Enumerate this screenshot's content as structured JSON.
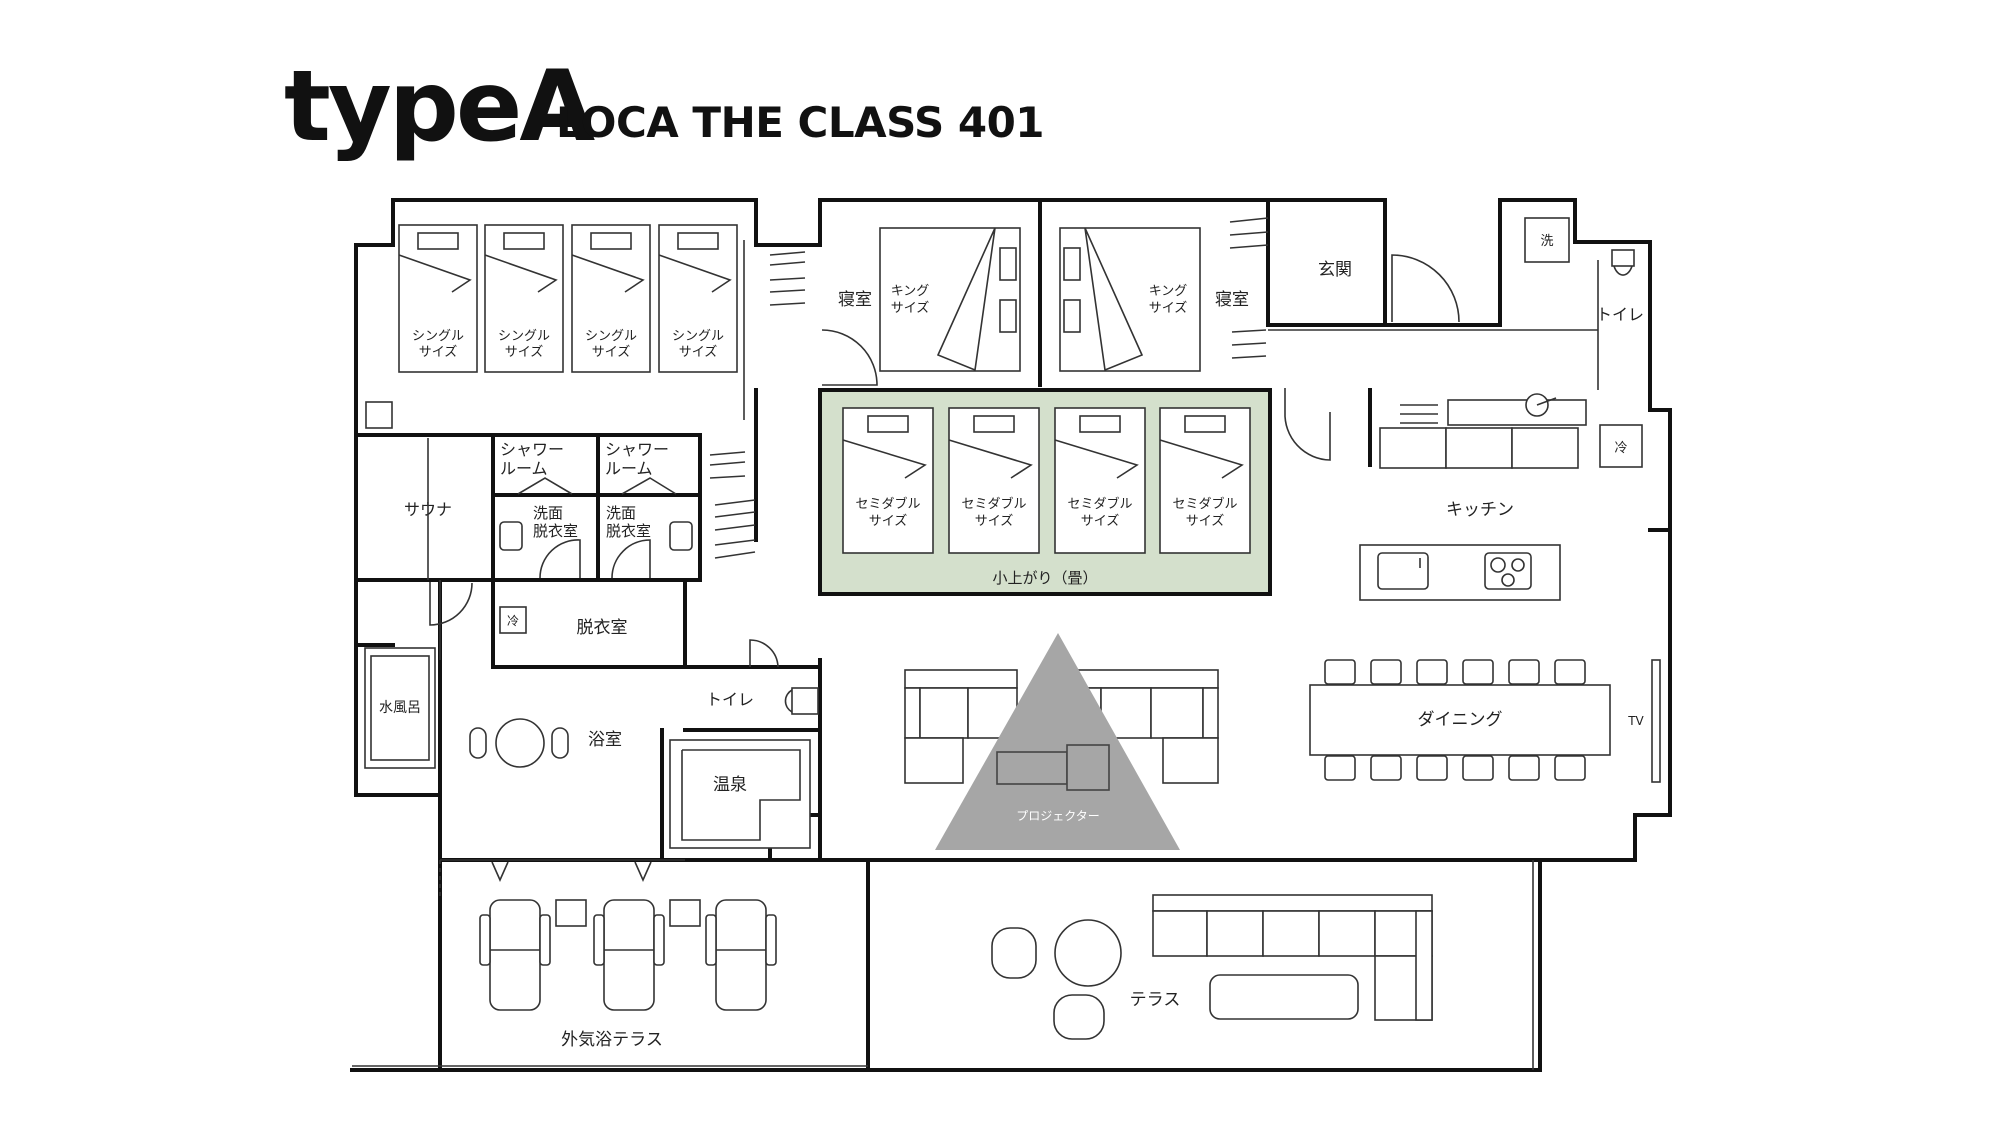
{
  "title": {
    "type_label": "typeA",
    "subtitle": "LOCA THE CLASS 401"
  },
  "colors": {
    "tatami_fill": "#d4e0cc",
    "projector_fill": "#a6a6a6",
    "wall": "#111111"
  },
  "rooms": {
    "sauna": "サウナ",
    "shower1": [
      "シャワー",
      "ルーム"
    ],
    "shower2": [
      "シャワー",
      "ルーム"
    ],
    "washroom1": [
      "洗面",
      "脱衣室"
    ],
    "washroom2": [
      "洗面",
      "脱衣室"
    ],
    "cold_label": "冷",
    "changing_room": "脱衣室",
    "cold_bath": "水風呂",
    "bathroom": "浴室",
    "toilet_mid": "トイレ",
    "onsen": "温泉",
    "bedroom_left": "寝室",
    "bedroom_right": "寝室",
    "entrance": "玄関",
    "wash_label": "洗",
    "toilet_right": "トイレ",
    "fridge_label": "冷",
    "kitchen": "キッチン",
    "tatami": "小上がり（畳）",
    "dining": "ダイニング",
    "tv": "TV",
    "projector": "プロジェクター",
    "outdoor_bath_terrace": "外気浴テラス",
    "terrace": "テラス"
  },
  "beds": {
    "single": [
      "シングル",
      "サイズ"
    ],
    "king": [
      "キング",
      "サイズ"
    ],
    "semi_double": [
      "セミダブル",
      "サイズ"
    ]
  }
}
